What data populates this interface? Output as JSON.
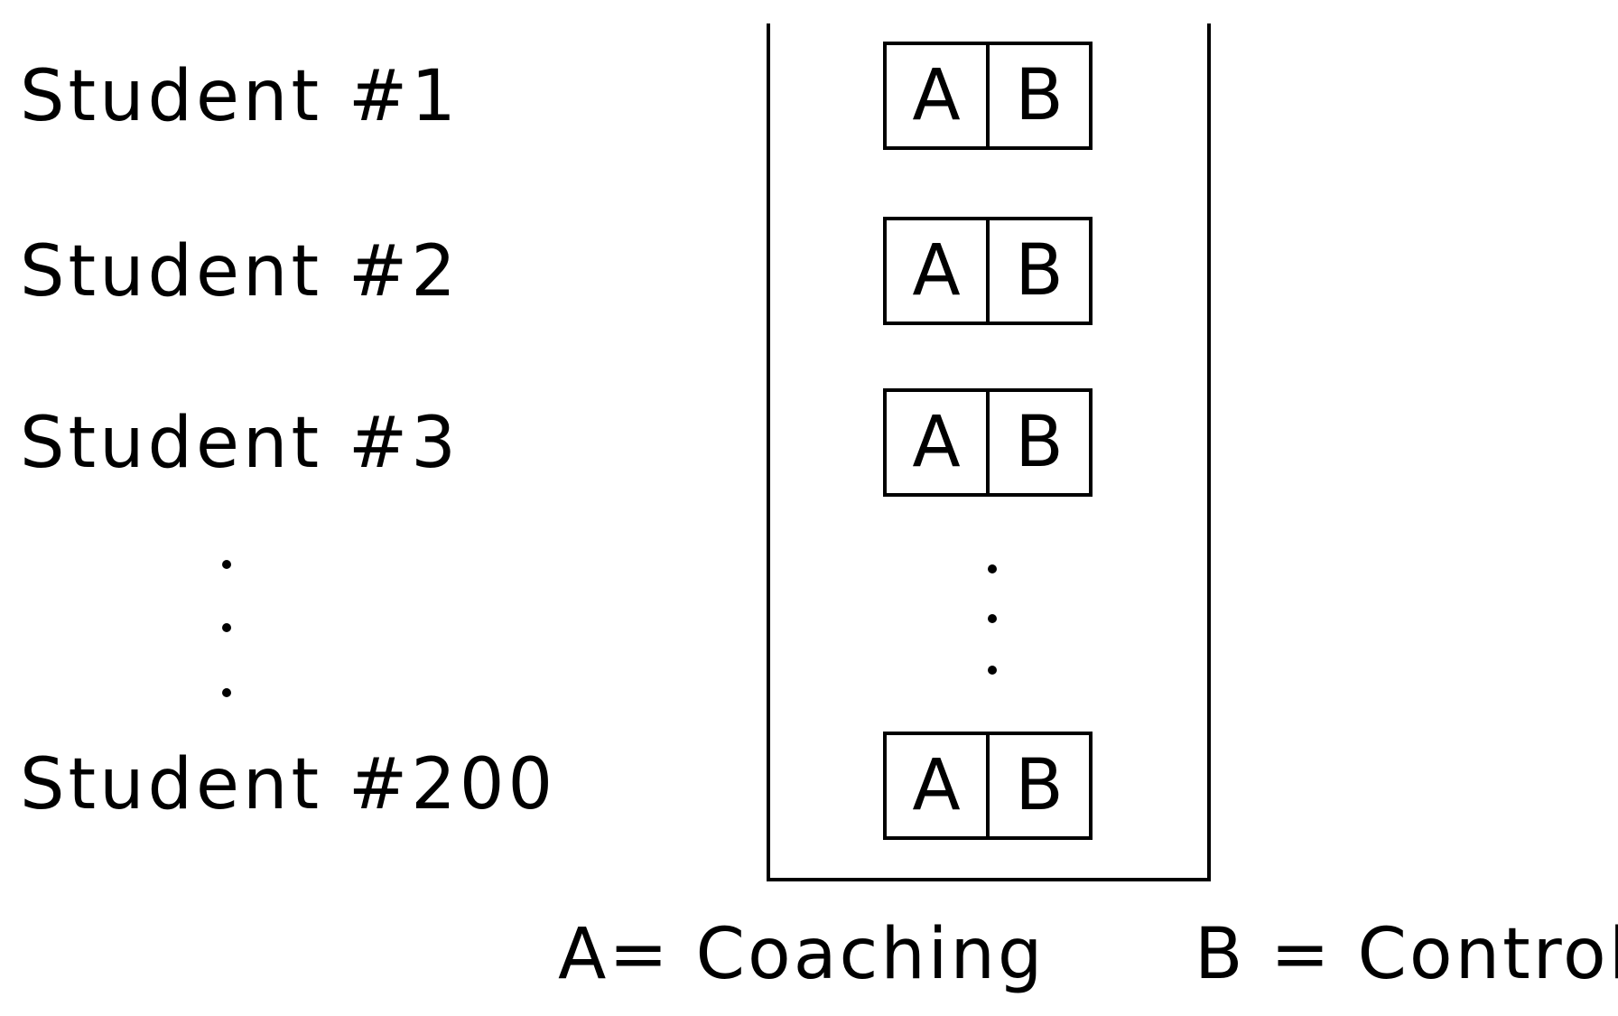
{
  "students": [
    {
      "label": "Student #1"
    },
    {
      "label": "Student #2"
    },
    {
      "label": "Student #3"
    },
    {
      "label": "Student #200"
    }
  ],
  "pairs": [
    {
      "a": "A",
      "b": "B"
    },
    {
      "a": "A",
      "b": "B"
    },
    {
      "a": "A",
      "b": "B"
    },
    {
      "a": "A",
      "b": "B"
    }
  ],
  "legend": {
    "a": "A= Coaching",
    "b": "B = Control"
  }
}
